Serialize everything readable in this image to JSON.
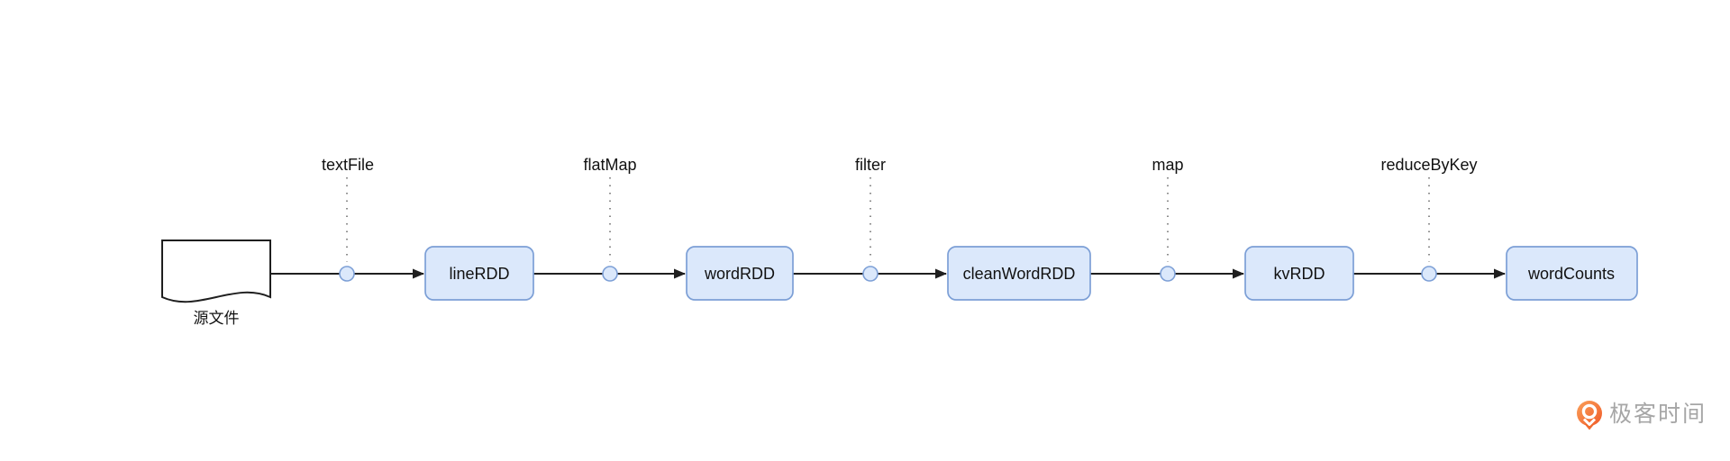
{
  "page": {
    "background": "#ffffff"
  },
  "diagram": {
    "type": "flowchart",
    "direction": "left-to-right",
    "source_node": {
      "label": "源文件",
      "shape": "document"
    },
    "nodes": [
      {
        "label": "lineRDD"
      },
      {
        "label": "wordRDD"
      },
      {
        "label": "cleanWordRDD"
      },
      {
        "label": "kvRDD"
      },
      {
        "label": "wordCounts"
      }
    ],
    "edges": [
      {
        "from": "源文件",
        "to": "lineRDD",
        "operation": "textFile"
      },
      {
        "from": "lineRDD",
        "to": "wordRDD",
        "operation": "flatMap"
      },
      {
        "from": "wordRDD",
        "to": "cleanWordRDD",
        "operation": "filter"
      },
      {
        "from": "cleanWordRDD",
        "to": "kvRDD",
        "operation": "map"
      },
      {
        "from": "kvRDD",
        "to": "wordCounts",
        "operation": "reduceByKey"
      }
    ],
    "colors": {
      "node_fill": "#dbe8fb",
      "node_border": "#7c9fd6",
      "edge_line": "#1f1f1f",
      "dotted_connector": "#8c8c8c",
      "label_text": "#111111"
    }
  },
  "branding": {
    "logo_text": "极客时间",
    "logo_text_color": "#a6a6a6",
    "logo_icon": "geek-time-q-icon",
    "logo_orange_dark": "#f05a28",
    "logo_orange_light": "#faa05a"
  }
}
